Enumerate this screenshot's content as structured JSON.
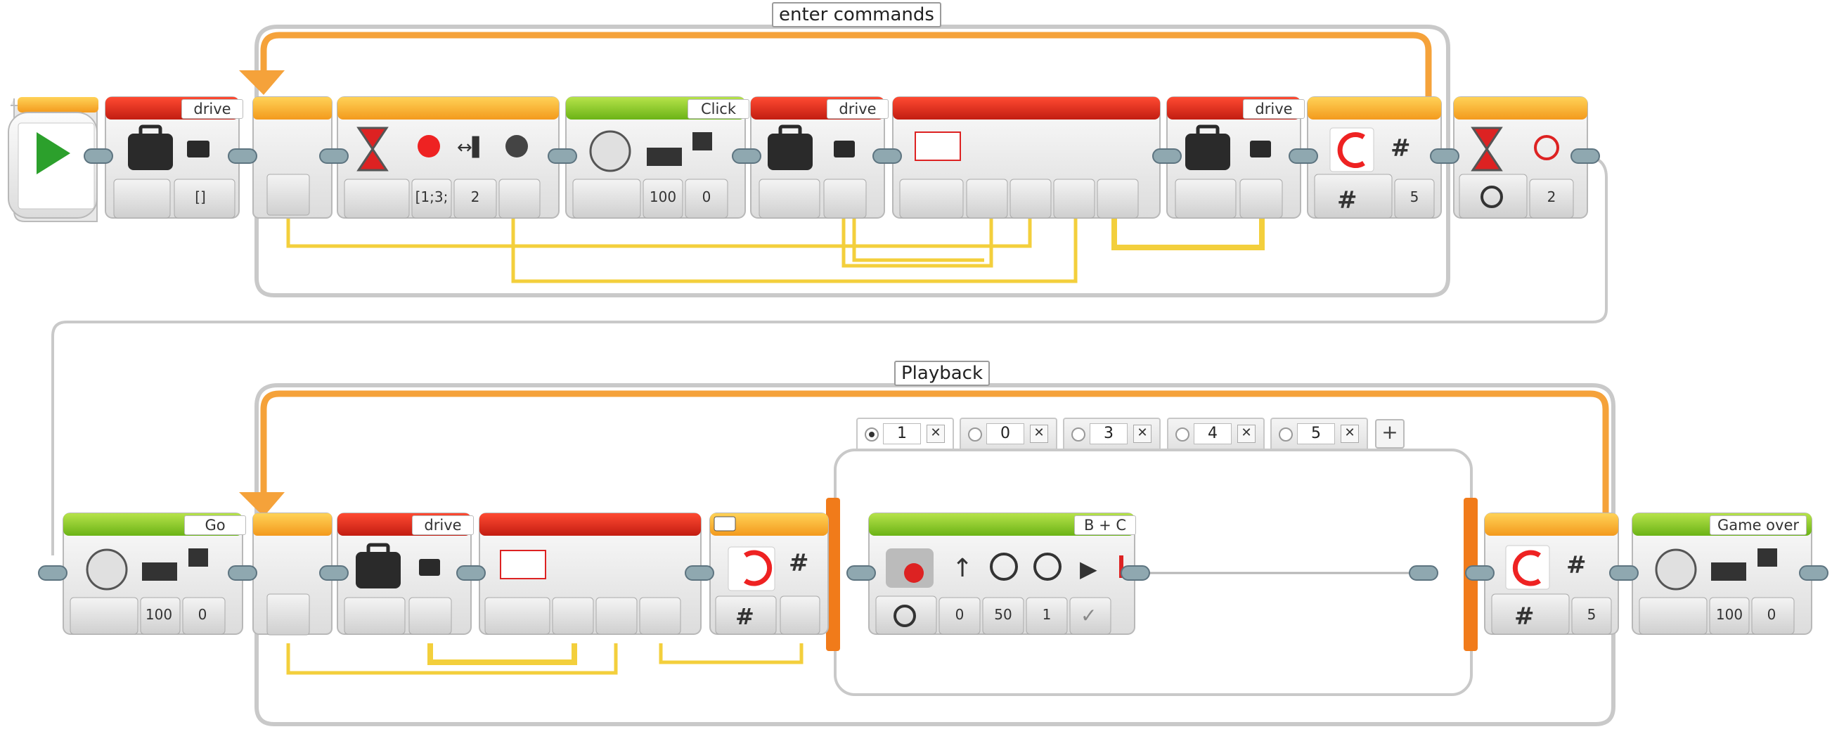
{
  "loop1": {
    "label": "enter commands"
  },
  "loop2": {
    "label": "Playback"
  },
  "row1": {
    "drive1": {
      "header": "drive",
      "value": "[]"
    },
    "wait1": {
      "value_a": "[1;3;",
      "value_b": "2"
    },
    "sound1": {
      "header": "Click",
      "volume": "100",
      "play_type": "0"
    },
    "drive2": {
      "header": "drive"
    },
    "drive3": {
      "header": "drive"
    },
    "loop_count": {
      "value": "5"
    },
    "timer_wait": {
      "value": "2"
    }
  },
  "row2": {
    "sound_go": {
      "header": "Go",
      "volume": "100",
      "play_type": "0"
    },
    "drive4": {
      "header": "drive"
    },
    "move": {
      "header": "B + C",
      "direction": "0",
      "power": "50",
      "rotations": "1"
    },
    "loop_count": {
      "value": "5"
    },
    "sound_over": {
      "header": "Game over",
      "volume": "100",
      "play_type": "0"
    }
  },
  "switch_cases": [
    {
      "value": "1",
      "selected": true
    },
    {
      "value": "0",
      "selected": false
    },
    {
      "value": "3",
      "selected": false
    },
    {
      "value": "4",
      "selected": false
    },
    {
      "value": "5",
      "selected": false
    }
  ],
  "colors": {
    "loop_orange": "#f5a23a",
    "action_green": "#7fc31c",
    "data_red": "#d92b1a",
    "flow_orange": "#f0a020",
    "wire_yellow": "#f3cf3c"
  }
}
